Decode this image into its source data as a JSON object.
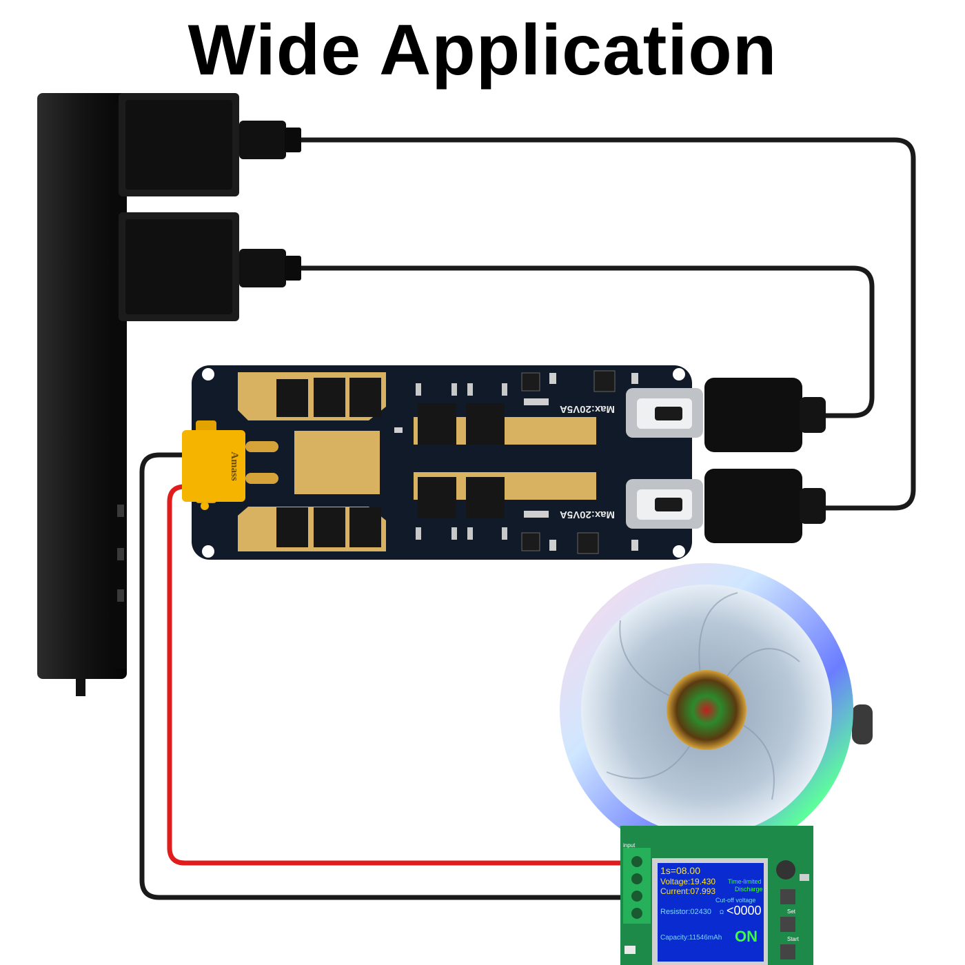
{
  "title": "Wide Application",
  "board": {
    "port_label_top": "Max:20V5A",
    "port_label_bottom": "Max:20V5A",
    "connector_brand": "Amass"
  },
  "meter": {
    "line1": "1s=08.00",
    "voltage": "Voltage:19.430",
    "current": "Current:07.993",
    "mode_line1": "Time-limited",
    "mode_line2": "Discharge",
    "cutoff": "Cut-off voltage",
    "resistor": "Resistor:02430",
    "ohm": "Ω",
    "setting": "<0000",
    "capacity": "Capacity:11546mAh",
    "state": "ON",
    "input_label": "input",
    "set_label": "Set",
    "start_label": "Start"
  },
  "colors": {
    "cable_black": "#1a1a1a",
    "cable_red": "#e01c1c",
    "pcb": "#111a28",
    "gold": "#d8b261",
    "connector_yellow": "#f4b400",
    "meter_green": "#1e8a4a",
    "lcd_blue": "#0a2bcf"
  }
}
